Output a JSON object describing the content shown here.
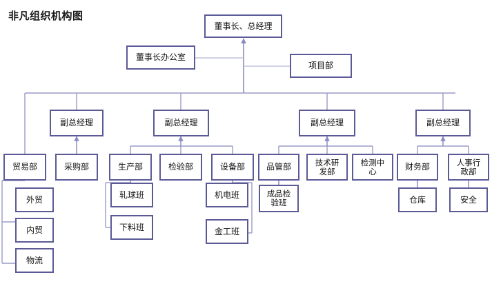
{
  "title": "非凡组织机构图",
  "colors": {
    "box_border": "#5a5a96",
    "box_fill": "#ffffff",
    "connector": "#8a8ac0",
    "connector_light": "#c3c3de",
    "text": "#111111",
    "title_text": "#1a1a1a"
  },
  "chart_data": {
    "type": "diagram",
    "diagram_kind": "organization-chart",
    "title": "非凡组织机构图",
    "levels": [
      "top",
      "staff",
      "vice-general-manager",
      "department",
      "team"
    ],
    "nodes": [
      {
        "id": "n0",
        "label": "董事长、总经理",
        "level": "top",
        "parent": null
      },
      {
        "id": "n1",
        "label": "董事长办公室",
        "level": "staff",
        "parent": "n0"
      },
      {
        "id": "n2",
        "label": "项目部",
        "level": "staff",
        "parent": "n0"
      },
      {
        "id": "n3",
        "label": "副总经理",
        "level": "vice-general-manager",
        "parent": "n0"
      },
      {
        "id": "n4",
        "label": "副总经理",
        "level": "vice-general-manager",
        "parent": "n0"
      },
      {
        "id": "n5",
        "label": "副总经理",
        "level": "vice-general-manager",
        "parent": "n0"
      },
      {
        "id": "n6",
        "label": "副总经理",
        "level": "vice-general-manager",
        "parent": "n0"
      },
      {
        "id": "n7",
        "label": "贸易部",
        "level": "department",
        "parent": "n0"
      },
      {
        "id": "n8",
        "label": "采购部",
        "level": "department",
        "parent": "n3"
      },
      {
        "id": "n9",
        "label": "生产部",
        "level": "department",
        "parent": "n4"
      },
      {
        "id": "n10",
        "label": "检验部",
        "level": "department",
        "parent": "n4"
      },
      {
        "id": "n11",
        "label": "设备部",
        "level": "department",
        "parent": "n4"
      },
      {
        "id": "n12",
        "label": "品管部",
        "level": "department",
        "parent": "n5"
      },
      {
        "id": "n13",
        "label": "技术研\n发部",
        "level": "department",
        "parent": "n5"
      },
      {
        "id": "n14",
        "label": "检测中\n心",
        "level": "department",
        "parent": "n5"
      },
      {
        "id": "n15",
        "label": "财务部",
        "level": "department",
        "parent": "n6"
      },
      {
        "id": "n16",
        "label": "人事行\n政部",
        "level": "department",
        "parent": "n6"
      },
      {
        "id": "n17",
        "label": "外贸",
        "level": "team",
        "parent": "n7"
      },
      {
        "id": "n18",
        "label": "内贸",
        "level": "team",
        "parent": "n7"
      },
      {
        "id": "n19",
        "label": "物流",
        "level": "team",
        "parent": "n7"
      },
      {
        "id": "n20",
        "label": "轧球班",
        "level": "team",
        "parent": "n9"
      },
      {
        "id": "n21",
        "label": "下料班",
        "level": "team",
        "parent": "n9"
      },
      {
        "id": "n22",
        "label": "机电班",
        "level": "team",
        "parent": "n11"
      },
      {
        "id": "n23",
        "label": "金工班",
        "level": "team",
        "parent": "n11"
      },
      {
        "id": "n24",
        "label": "成品检\n验班",
        "level": "team",
        "parent": "n12"
      },
      {
        "id": "n25",
        "label": "仓库",
        "level": "team",
        "parent": "n15"
      },
      {
        "id": "n26",
        "label": "安全",
        "level": "team",
        "parent": "n16"
      }
    ]
  },
  "boxes": {
    "chairman_gm": {
      "label": "董事长、总经理"
    },
    "chairman_office": {
      "label": "董事长办公室"
    },
    "project_dept": {
      "label": "项目部"
    },
    "vgm_1": {
      "label": "副总经理"
    },
    "vgm_2": {
      "label": "副总经理"
    },
    "vgm_3": {
      "label": "副总经理"
    },
    "vgm_4": {
      "label": "副总经理"
    },
    "trade_dept": {
      "label": "贸易部"
    },
    "purchasing_dept": {
      "label": "采购部"
    },
    "production_dept": {
      "label": "生产部"
    },
    "inspection_dept": {
      "label": "检验部"
    },
    "equipment_dept": {
      "label": "设备部"
    },
    "quality_dept": {
      "label": "品管部"
    },
    "rnd_dept": {
      "label": "技术研\n发部"
    },
    "testing_center": {
      "label": "检测中\n心"
    },
    "finance_dept": {
      "label": "财务部"
    },
    "hr_admin_dept": {
      "label": "人事行\n政部"
    },
    "foreign_trade": {
      "label": "外贸"
    },
    "domestic_trade": {
      "label": "内贸"
    },
    "logistics": {
      "label": "物流"
    },
    "ball_rolling_team": {
      "label": "轧球班"
    },
    "cutting_team": {
      "label": "下料班"
    },
    "electrical_team": {
      "label": "机电班"
    },
    "machining_team": {
      "label": "金工班"
    },
    "finished_qc_team": {
      "label": "成品检\n验班"
    },
    "warehouse": {
      "label": "仓库"
    },
    "safety": {
      "label": "安全"
    }
  }
}
